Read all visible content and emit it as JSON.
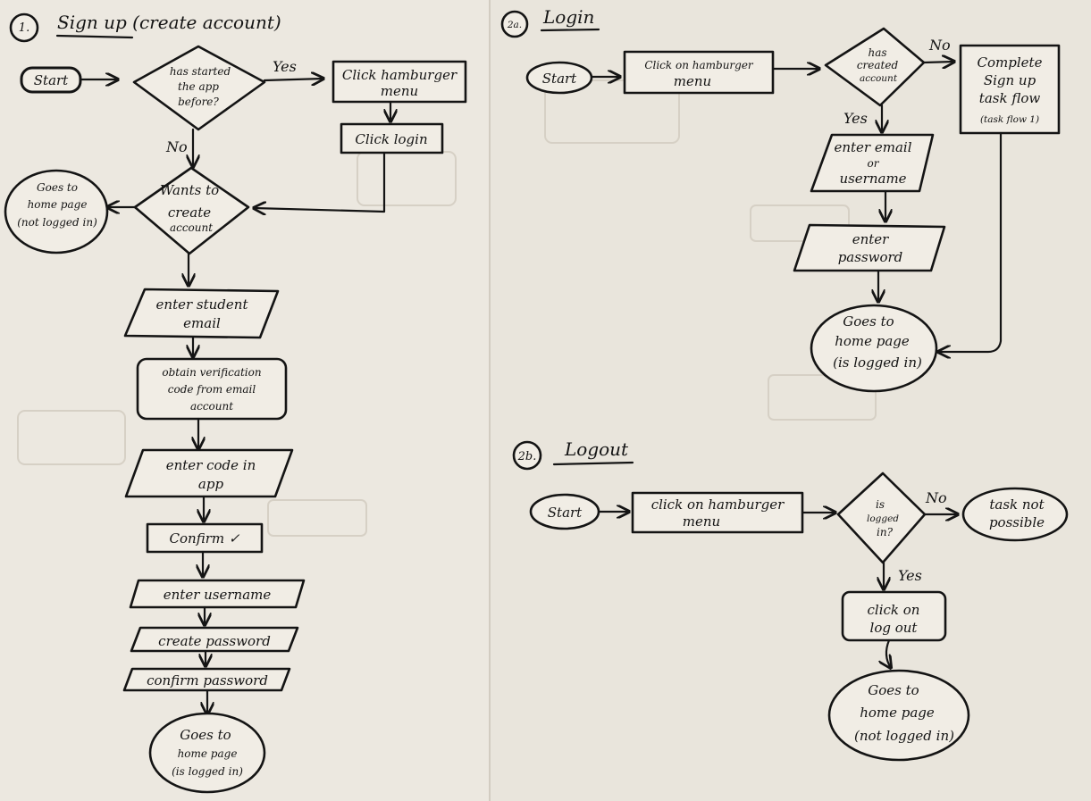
{
  "section1": {
    "number": "1.",
    "title": "Sign up (create account)",
    "start": "Start",
    "decision_started": [
      "has started",
      "the app",
      "before?"
    ],
    "yes": "Yes",
    "no": "No",
    "hamburger": [
      "Click hamburger",
      "menu"
    ],
    "login": "Click login",
    "decision_create": [
      "Wants to",
      "create",
      "account"
    ],
    "goes_not_logged": [
      "Goes to",
      "home page",
      "(not logged in)"
    ],
    "student_email": [
      "enter student",
      "email"
    ],
    "verification": [
      "obtain verification",
      "code from email",
      "account"
    ],
    "enter_code": [
      "enter code in",
      "app"
    ],
    "confirm": "Confirm ✓",
    "username": "enter username",
    "create_password": "create password",
    "confirm_password": "confirm password",
    "goes_logged": [
      "Goes to",
      "home page",
      "(is logged in)"
    ]
  },
  "section2a": {
    "number": "2a.",
    "title": "Login",
    "start": "Start",
    "hamburger": [
      "Click on hamburger",
      "menu"
    ],
    "decision": [
      "has",
      "created",
      "account"
    ],
    "no": "No",
    "yes": "Yes",
    "complete": [
      "Complete",
      "Sign up",
      "task flow",
      "(task flow 1)"
    ],
    "email": [
      "enter email",
      "or",
      "username"
    ],
    "password": [
      "enter",
      "password"
    ],
    "goes_logged": [
      "Goes to",
      "home page",
      "(is logged in)"
    ]
  },
  "section2b": {
    "number": "2b.",
    "title": "Logout",
    "start": "Start",
    "hamburger": [
      "click on hamburger",
      "menu"
    ],
    "decision": [
      "is",
      "logged",
      "in?"
    ],
    "no": "No",
    "yes": "Yes",
    "not_possible": [
      "task not",
      "possible"
    ],
    "logout": [
      "click on",
      "log out"
    ],
    "goes_not_logged": [
      "Goes to",
      "home page",
      "(not logged in)"
    ]
  }
}
